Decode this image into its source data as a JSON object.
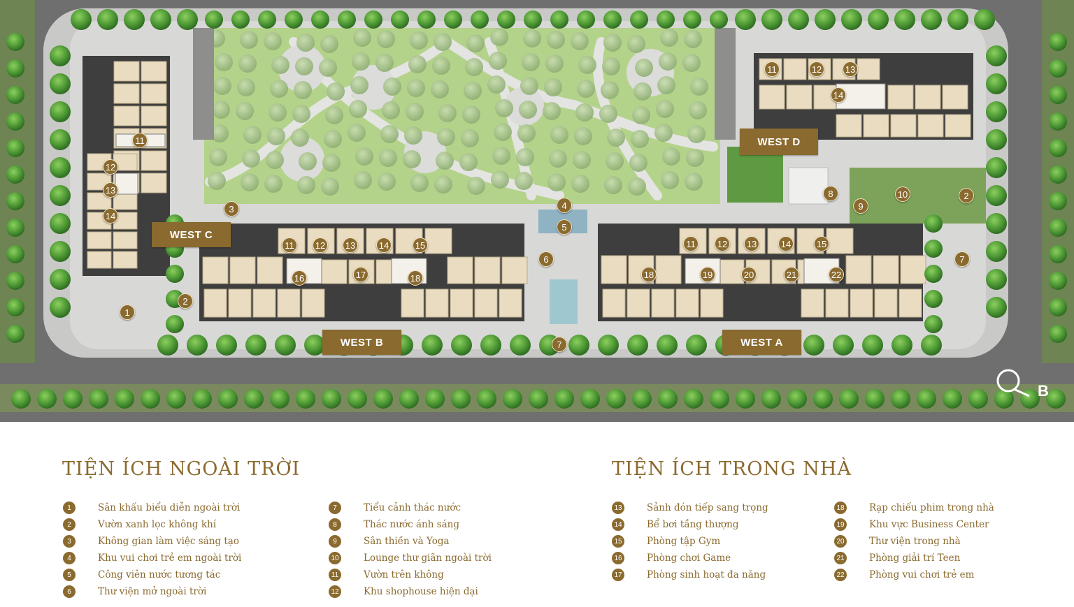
{
  "map": {
    "blocks": {
      "west_a": "WEST A",
      "west_b": "WEST B",
      "west_c": "WEST C",
      "west_d": "WEST D"
    },
    "compass_letter": "B",
    "markers": {
      "m1": "1",
      "m2a": "2",
      "m2b": "2",
      "m3": "3",
      "m4": "4",
      "m5": "5",
      "m6": "6",
      "m7a": "7",
      "m7b": "7",
      "m8": "8",
      "m9": "9",
      "m10": "10",
      "c11": "11",
      "c12": "12",
      "c13": "13",
      "c14": "14",
      "b11": "11",
      "b12": "12",
      "b13": "13",
      "b14": "14",
      "b15": "15",
      "b16": "16",
      "b17": "17",
      "b18": "18",
      "a11": "11",
      "a12": "12",
      "a13": "13",
      "a14": "14",
      "a15": "15",
      "a18": "18",
      "a19": "19",
      "a20": "20",
      "a21": "21",
      "a22": "22",
      "d11": "11",
      "d12": "12",
      "d13": "13",
      "d14": "14"
    }
  },
  "legend": {
    "outdoor": {
      "heading": "TIỆN ÍCH NGOÀI TRỜI",
      "col1": [
        {
          "num": "1",
          "label": "Sân khấu biểu diễn ngoài trời"
        },
        {
          "num": "2",
          "label": "Vườn xanh lọc không khí"
        },
        {
          "num": "3",
          "label": "Không gian làm việc sáng tạo"
        },
        {
          "num": "4",
          "label": "Khu vui chơi trẻ em ngoài trời"
        },
        {
          "num": "5",
          "label": "Công viên nước tương tác"
        },
        {
          "num": "6",
          "label": "Thư viện mở ngoài trời"
        }
      ],
      "col2": [
        {
          "num": "7",
          "label": "Tiểu cảnh thác nước"
        },
        {
          "num": "8",
          "label": "Thác nước ánh sáng"
        },
        {
          "num": "9",
          "label": "Sân thiền và Yoga"
        },
        {
          "num": "10",
          "label": "Lounge thư giãn ngoài trời"
        },
        {
          "num": "11",
          "label": "Vườn trên không"
        },
        {
          "num": "12",
          "label": "Khu shophouse hiện đại"
        }
      ]
    },
    "indoor": {
      "heading": "TIỆN ÍCH TRONG NHÀ",
      "col1": [
        {
          "num": "13",
          "label": "Sảnh đón tiếp sang trọng"
        },
        {
          "num": "14",
          "label": "Bể bơi tầng thượng"
        },
        {
          "num": "15",
          "label": "Phòng tập Gym"
        },
        {
          "num": "16",
          "label": "Phòng chơi Game"
        },
        {
          "num": "17",
          "label": "Phòng sinh hoạt đa năng"
        }
      ],
      "col2": [
        {
          "num": "18",
          "label": "Rạp chiếu phim trong nhà"
        },
        {
          "num": "19",
          "label": "Khu vực Business Center"
        },
        {
          "num": "20",
          "label": "Thư viện trong nhà"
        },
        {
          "num": "21",
          "label": "Phòng giải trí Teen"
        },
        {
          "num": "22",
          "label": "Phòng vui chơi trẻ em"
        }
      ]
    }
  },
  "colors": {
    "accent": "#8a6a2f",
    "road": "#6d6d6d",
    "grass": "#a9cf7a",
    "building": "#e9dcc0"
  }
}
